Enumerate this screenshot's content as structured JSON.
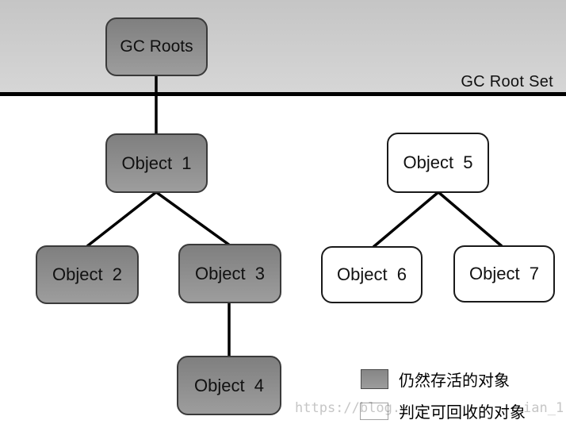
{
  "band": {
    "label": "GC Root Set",
    "background_top": "#c5c5c5",
    "background_bottom": "#d6d6d6",
    "divider_color": "#000000"
  },
  "nodes": [
    {
      "id": "gc-roots",
      "label": "GC Roots",
      "type": "alive"
    },
    {
      "id": "object-1",
      "label": "Object  1",
      "type": "alive"
    },
    {
      "id": "object-2",
      "label": "Object  2",
      "type": "alive"
    },
    {
      "id": "object-3",
      "label": "Object  3",
      "type": "alive"
    },
    {
      "id": "object-4",
      "label": "Object  4",
      "type": "alive"
    },
    {
      "id": "object-5",
      "label": "Object  5",
      "type": "recyclable"
    },
    {
      "id": "object-6",
      "label": "Object  6",
      "type": "recyclable"
    },
    {
      "id": "object-7",
      "label": "Object  7",
      "type": "recyclable"
    }
  ],
  "edges": [
    {
      "from": "gc-roots",
      "to": "object-1"
    },
    {
      "from": "object-1",
      "to": "object-2"
    },
    {
      "from": "object-1",
      "to": "object-3"
    },
    {
      "from": "object-3",
      "to": "object-4"
    },
    {
      "from": "object-5",
      "to": "object-6"
    },
    {
      "from": "object-5",
      "to": "object-7"
    }
  ],
  "legend": {
    "items": [
      {
        "swatch": "alive",
        "label": "仍然存活的对象"
      },
      {
        "swatch": "recyclable",
        "label": "判定可回收的对象"
      }
    ]
  },
  "watermark": {
    "prefix": "https://blog.",
    "suffix": "ian_1"
  },
  "colors": {
    "alive_fill_top": "#7f7f7f",
    "alive_fill_bottom": "#9d9d9d",
    "alive_border": "#3a3a3a",
    "recyclable_fill": "#ffffff",
    "recyclable_border": "#1a1a1a",
    "edge": "#000000",
    "text": "#111111",
    "watermark": "#c6c6c6"
  }
}
